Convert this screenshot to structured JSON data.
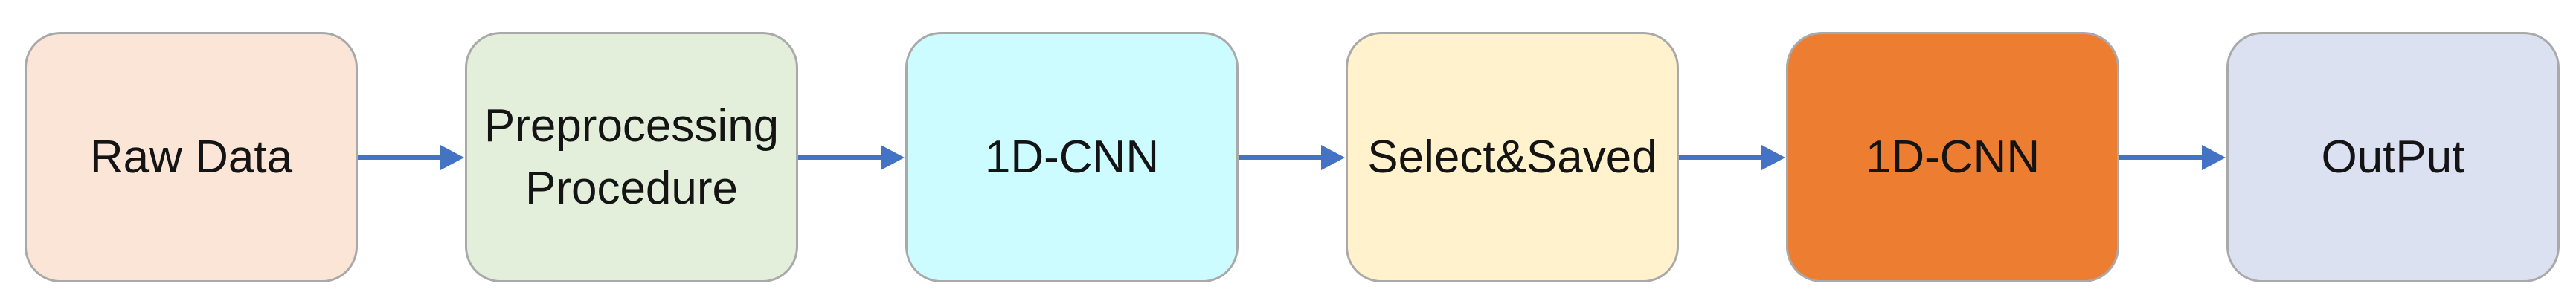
{
  "diagram": {
    "type": "flowchart",
    "direction": "left-to-right",
    "nodes": [
      {
        "id": "raw-data",
        "label": "Raw Data",
        "fill": "#FBE5D6"
      },
      {
        "id": "preprocessing-procedure",
        "label": "Preprocessing\nProcedure",
        "fill": "#E3EFDA"
      },
      {
        "id": "1d-cnn-first",
        "label": "1D-CNN",
        "fill": "#CCFCFF"
      },
      {
        "id": "select-saved",
        "label": "Select&Saved",
        "fill": "#FFF2CC"
      },
      {
        "id": "1d-cnn-second",
        "label": "1D-CNN",
        "fill": "#ED7D31"
      },
      {
        "id": "output",
        "label": "OutPut",
        "fill": "#DCE1F2"
      }
    ],
    "connections": [
      {
        "from": "raw-data",
        "to": "preprocessing-procedure"
      },
      {
        "from": "preprocessing-procedure",
        "to": "1d-cnn-first"
      },
      {
        "from": "1d-cnn-first",
        "to": "select-saved"
      },
      {
        "from": "select-saved",
        "to": "1d-cnn-second"
      },
      {
        "from": "1d-cnn-second",
        "to": "output"
      }
    ],
    "colors": {
      "arrow": "#4472C4",
      "node_border": "#A9A9A9",
      "text": "#141414",
      "background": "#FFFFFF"
    }
  }
}
